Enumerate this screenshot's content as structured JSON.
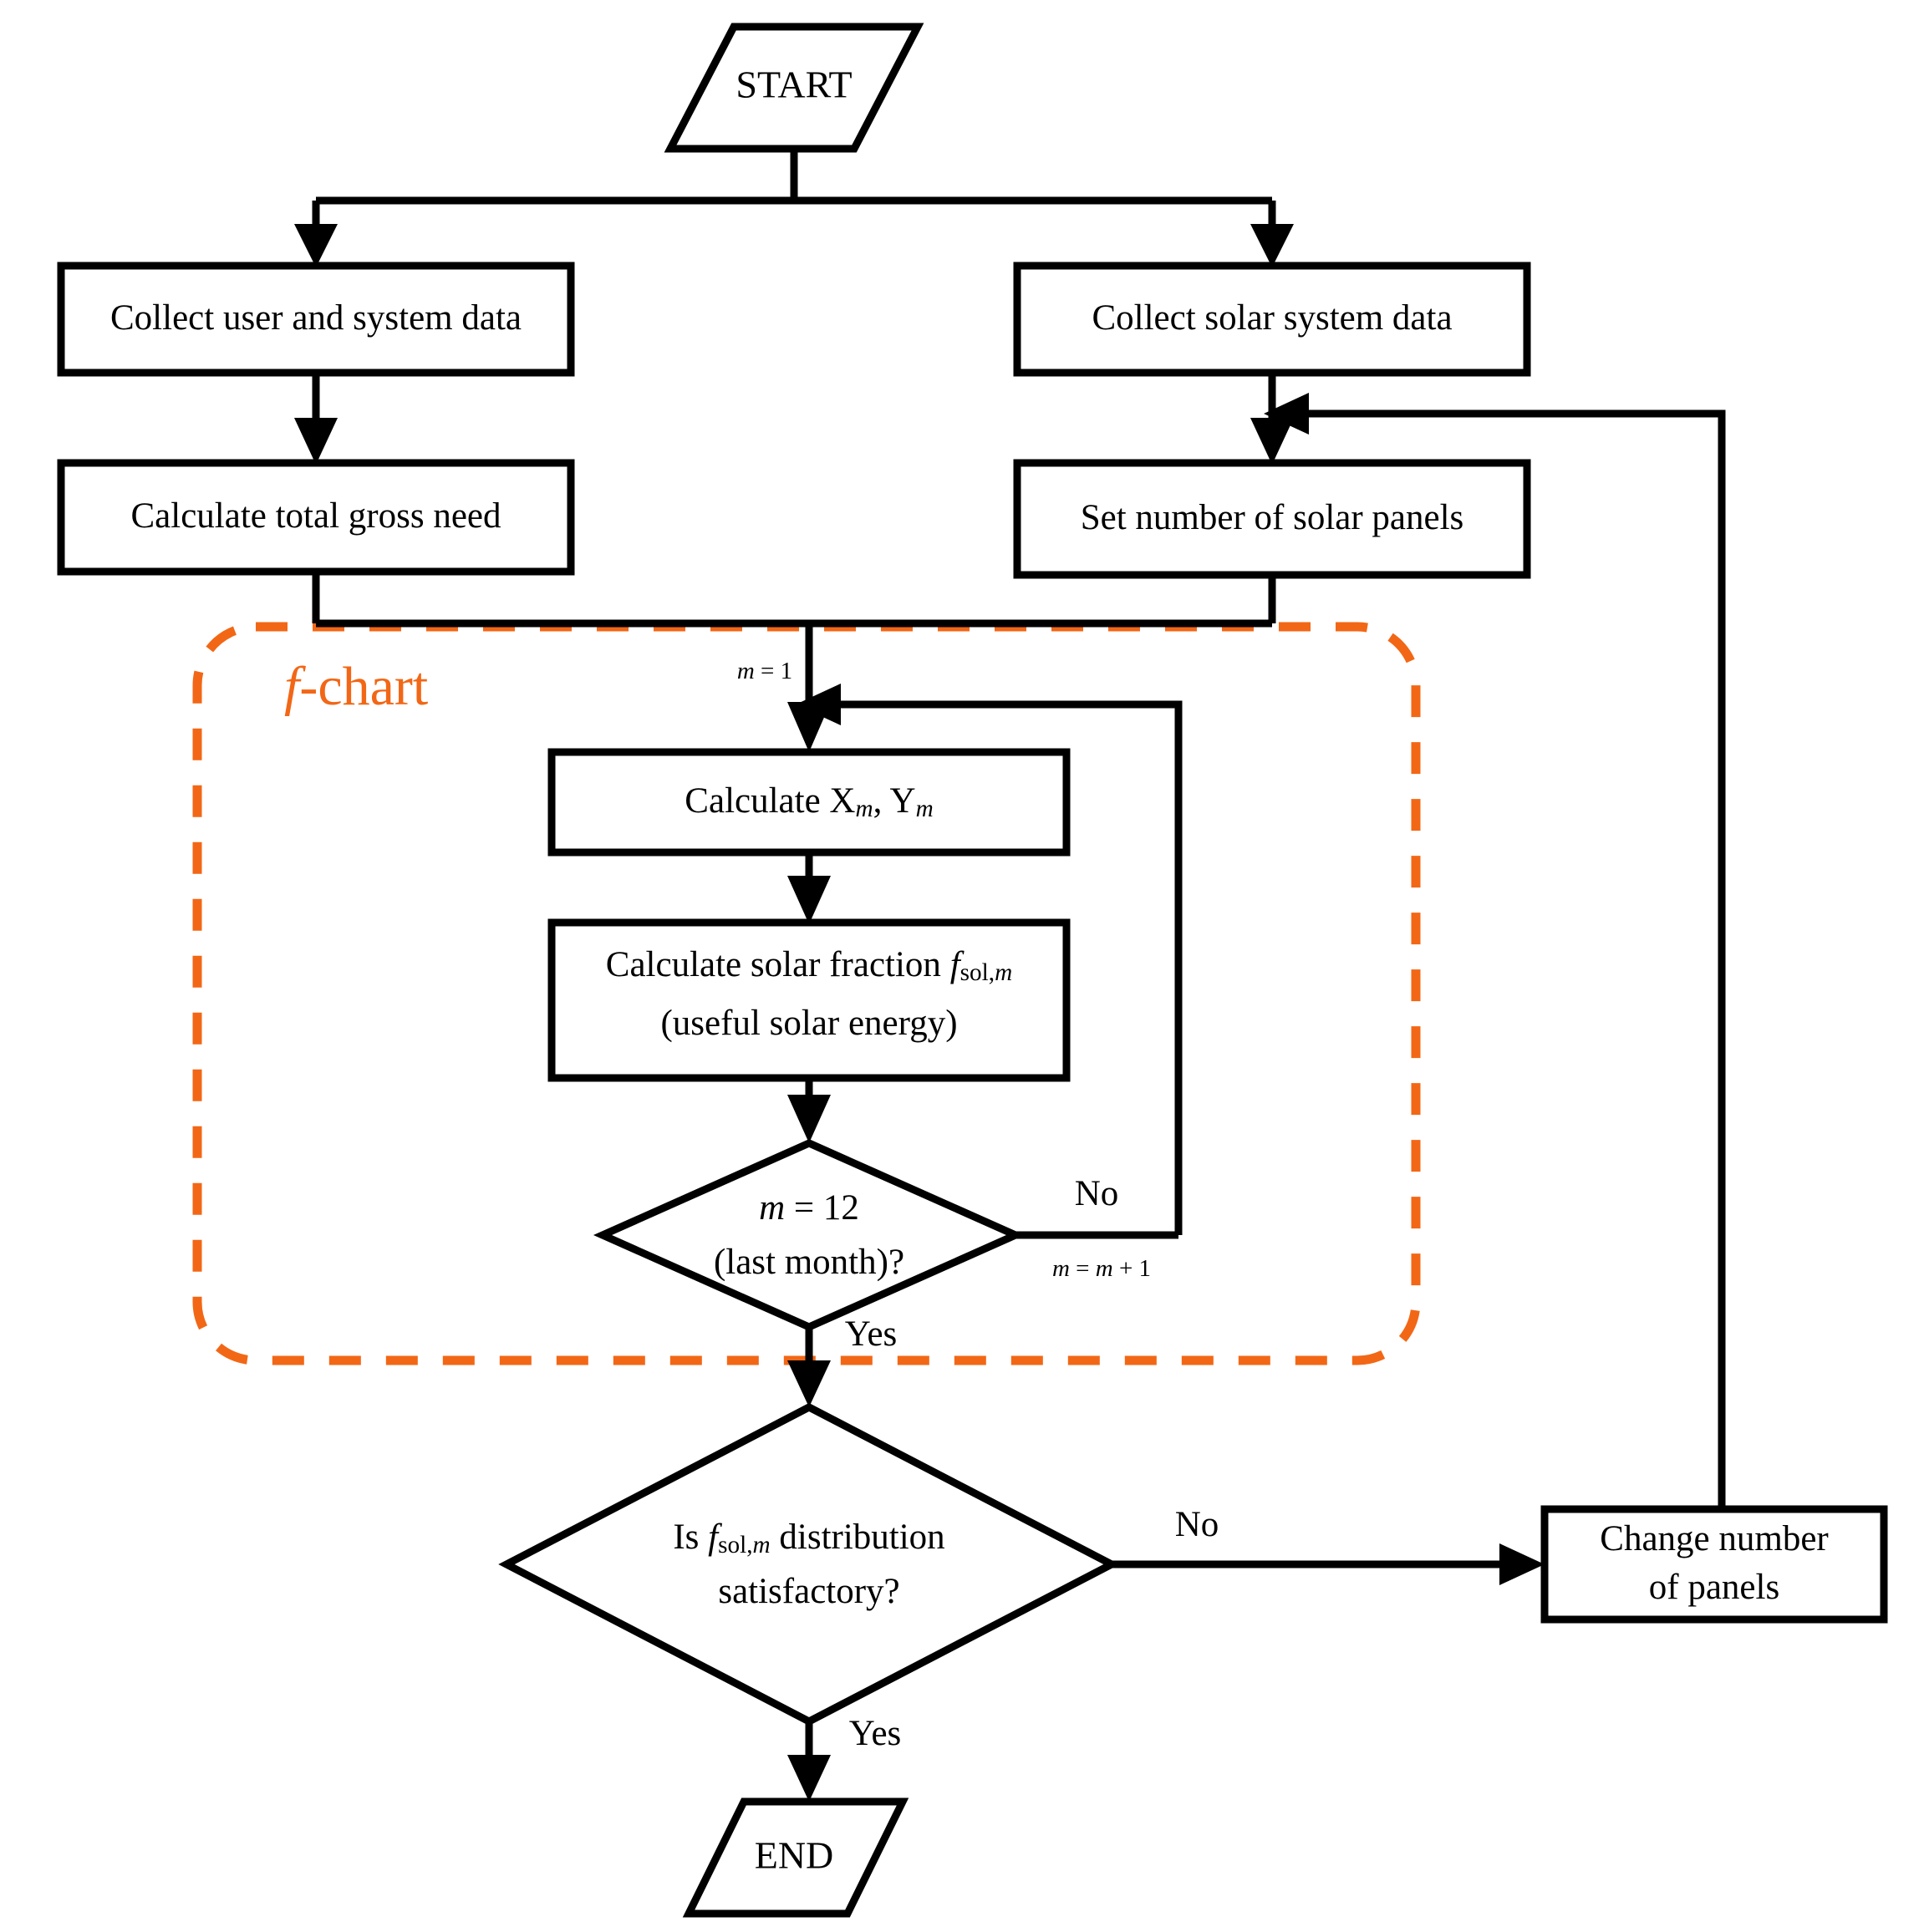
{
  "diagram": {
    "title": "f-chart solar system sizing flowchart",
    "colors": {
      "stroke": "#000000",
      "background": "#ffffff",
      "accent_orange": "#F26716"
    },
    "region": {
      "label_prefix": "f",
      "label_suffix": "-chart",
      "style": "dashed rounded rectangle"
    },
    "nodes": {
      "start": {
        "label": "START",
        "shape": "parallelogram"
      },
      "collect_user": {
        "label": "Collect user and system data",
        "shape": "process"
      },
      "collect_solar": {
        "label": "Collect solar system data",
        "shape": "process"
      },
      "calc_gross": {
        "label": "Calculate total gross need",
        "shape": "process"
      },
      "set_panels": {
        "label": "Set number of solar panels",
        "shape": "process"
      },
      "calc_xy": {
        "shape": "process",
        "label_plain": "Calculate X, Y",
        "prefix": "Calculate X",
        "sub1": "m",
        "mid": ", Y",
        "sub2": "m"
      },
      "calc_fsol": {
        "shape": "process",
        "line1_prefix": "Calculate solar fraction ",
        "line1_symbol": "f",
        "line1_sub": "sol,",
        "line1_sub_it": "m",
        "line2": "(useful solar energy)"
      },
      "decision_month": {
        "shape": "decision",
        "line1_var": "m",
        "line1_rest": " = 12",
        "line2": "(last month)?"
      },
      "decision_dist": {
        "shape": "decision",
        "line1_prefix": "Is ",
        "line1_symbol": "f",
        "line1_sub": "sol,",
        "line1_sub_it": "m",
        "line1_suffix": " distribution",
        "line2": "satisfactory?"
      },
      "change_panels": {
        "shape": "process",
        "line1": "Change number",
        "line2": "of panels"
      },
      "end": {
        "label": "END",
        "shape": "parallelogram"
      }
    },
    "edge_labels": {
      "init_month_var": "m",
      "init_month_rest": " = 1",
      "month_no": "No",
      "month_increment_var1": "m",
      "month_increment_mid": " = ",
      "month_increment_var2": "m",
      "month_increment_rest": " + 1",
      "month_yes": "Yes",
      "dist_no": "No",
      "dist_yes": "Yes"
    }
  }
}
